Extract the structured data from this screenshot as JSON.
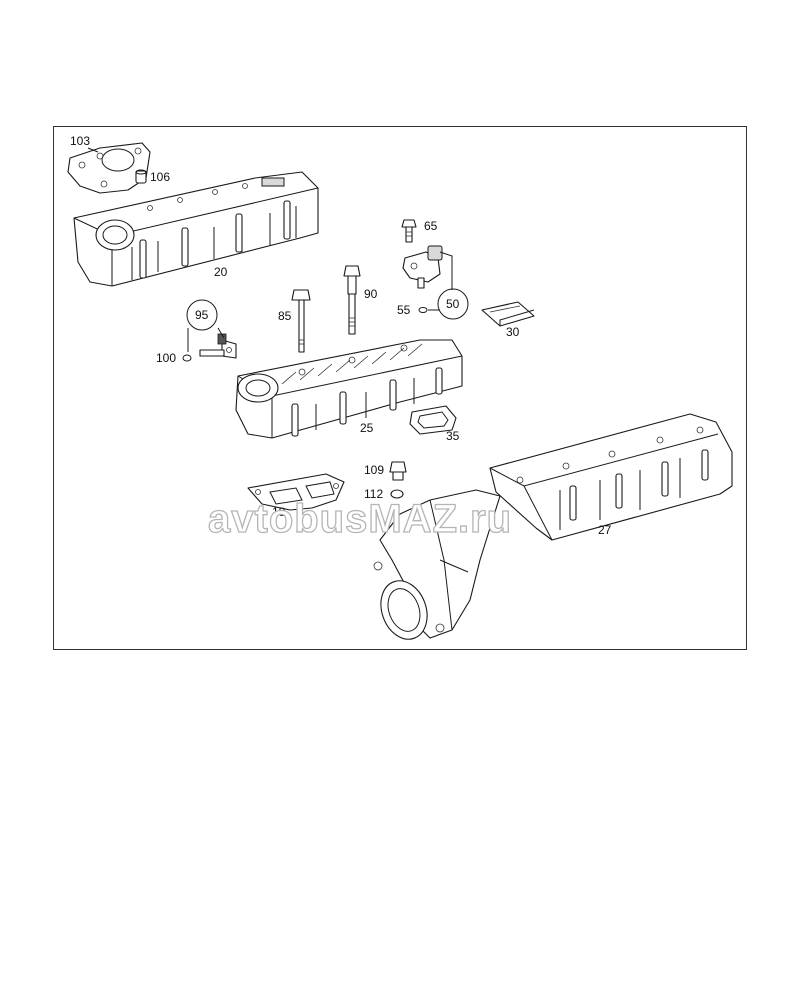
{
  "diagram": {
    "labels": {
      "p103": "103",
      "p106": "106",
      "p20": "20",
      "p65": "65",
      "p90": "90",
      "p85": "85",
      "p50": "50",
      "p55": "55",
      "p30": "30",
      "p95": "95",
      "p100": "100",
      "p25": "25",
      "p35": "35",
      "p109": "109",
      "p112": "112",
      "p18": "18",
      "p27": "27"
    },
    "watermark": "avtobusMAZ.ru"
  }
}
